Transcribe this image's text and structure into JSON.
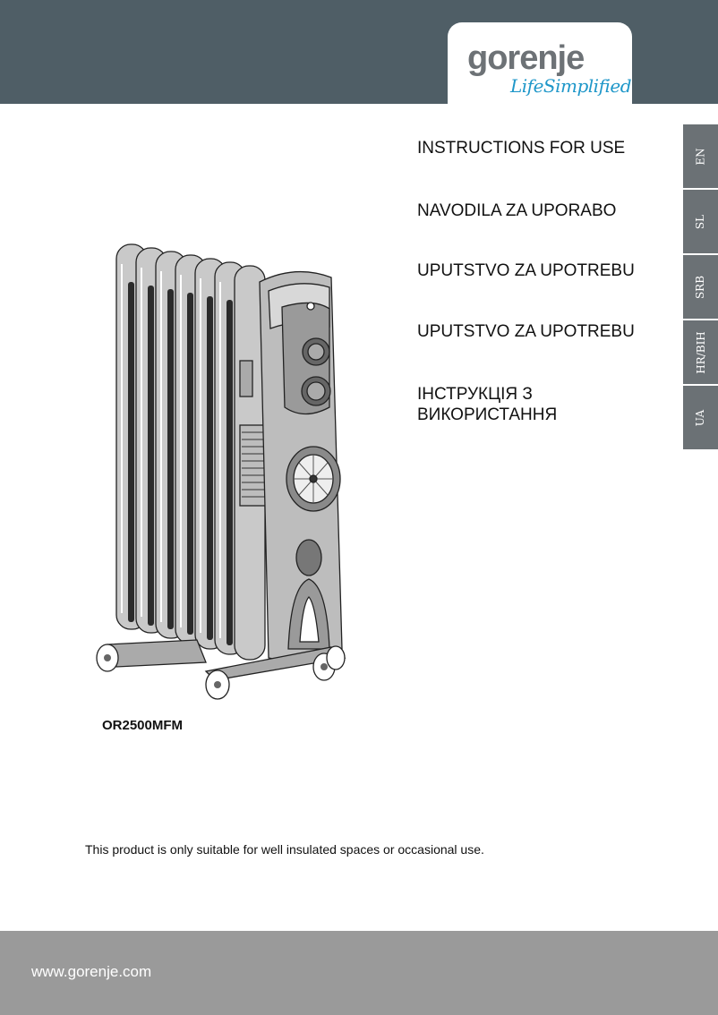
{
  "brand": {
    "logo_word": "gorenje",
    "tagline": "LifeSimplified",
    "color_header": "#4f5e66",
    "color_tagline": "#1f97c9"
  },
  "titles": [
    "INSTRUCTIONS FOR USE",
    "NAVODILA ZA UPORABO",
    "UPUTSTVO ZA UPOTREBU",
    "UPUTSTVO ZA UPOTREBU",
    "ІНСТРУКЦІЯ З",
    "ВИКОРИСТАННЯ"
  ],
  "language_tabs": [
    "EN",
    "SL",
    "SRB",
    "HR/BIH",
    "UA"
  ],
  "product": {
    "illustration_icon": "oil-radiator-heater-icon",
    "model": "OR2500MFM"
  },
  "note": "This product is only suitable for well insulated spaces or occasional use.",
  "footer": {
    "url": "www.gorenje.com"
  }
}
